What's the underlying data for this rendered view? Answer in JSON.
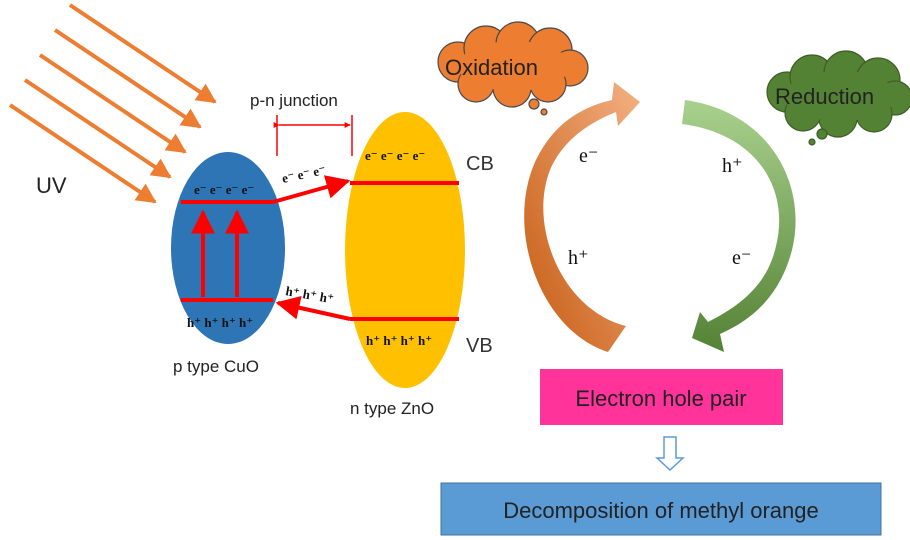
{
  "labels": {
    "uv": "UV",
    "junction": "p-n junction",
    "cb": "CB",
    "vb": "VB",
    "p_type": "p type CuO",
    "n_type": "n type ZnO",
    "oxidation": "Oxidation",
    "reduction": "Reduction",
    "electron_hole_pair": "Electron hole pair",
    "decomposition": "Decomposition of methyl orange"
  },
  "charges": {
    "cuo_cb": "e⁻ e⁻ e⁻ e⁻",
    "cuo_vb": "h⁺ h⁺ h⁺ h⁺",
    "zno_cb": "e⁻ e⁻ e⁻ e⁻",
    "zno_vb": "h⁺ h⁺ h⁺ h⁺",
    "electron_transfer": "e⁻ e⁻ e⁻",
    "hole_transfer": "h⁺ h⁺ h⁺"
  },
  "cycle": {
    "left_top": "e⁻",
    "left_bottom": "h⁺",
    "right_top": "h⁺",
    "right_bottom": "e⁻"
  },
  "colors": {
    "uv_rays": "#ED7D31",
    "cuo": "#2E75B6",
    "zno": "#FFC000",
    "band_lines": "#FF0000",
    "oxidation_cloud": "#ED7D31",
    "reduction_cloud": "#548235",
    "pair_box": "#FF3399",
    "decomp_box": "#5B9BD5"
  }
}
